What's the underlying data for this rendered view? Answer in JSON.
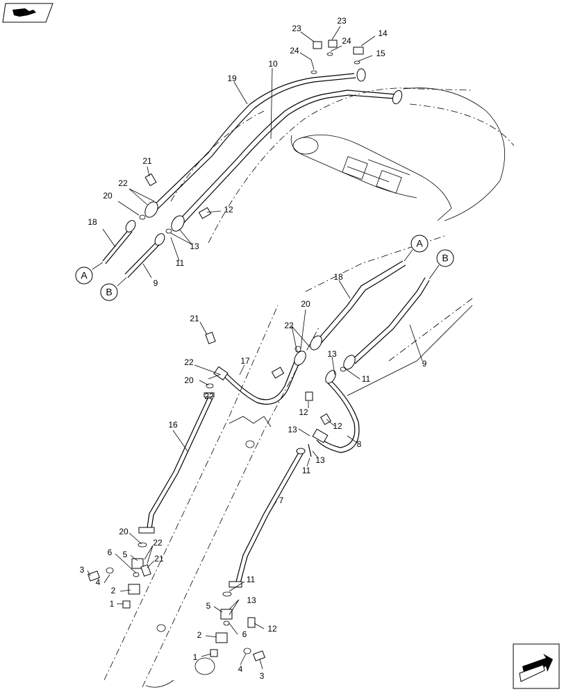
{
  "callouts": {
    "c23a": "23",
    "c23b": "23",
    "c14": "14",
    "c24a": "24",
    "c24b": "24",
    "c15": "15",
    "c10": "10",
    "c19": "19",
    "c21a": "21",
    "c22a": "22",
    "c20a": "20",
    "c12a": "12",
    "c13a": "13",
    "c18a": "18",
    "c11a": "11",
    "c9a": "9",
    "c18b": "18",
    "c20b": "20",
    "c21b": "21",
    "c22b": "22",
    "c22c": "22",
    "c17": "17",
    "c20c": "20",
    "c22d": "22",
    "c16": "16",
    "c9b": "9",
    "c13b": "13",
    "c11b": "11",
    "c12b": "12",
    "c12c": "12",
    "c13c": "13",
    "c8": "8",
    "c13d": "13",
    "c11c": "11",
    "c7": "7",
    "c20d": "20",
    "c22e": "22",
    "c5a": "5",
    "c21c": "21",
    "c6a": "6",
    "c3a": "3",
    "c4a": "4",
    "c2a": "2",
    "c1a": "1",
    "c11d": "11",
    "c13e": "13",
    "c5b": "5",
    "c6b": "6",
    "c12d": "12",
    "c2b": "2",
    "c1b": "1",
    "c4b": "4",
    "c3b": "3"
  },
  "refs": {
    "A1": "A",
    "B1": "B",
    "A2": "A",
    "B2": "B"
  },
  "icons": {
    "top_left": "book-arrow-icon",
    "bottom_right": "next-page-arrow-icon"
  }
}
